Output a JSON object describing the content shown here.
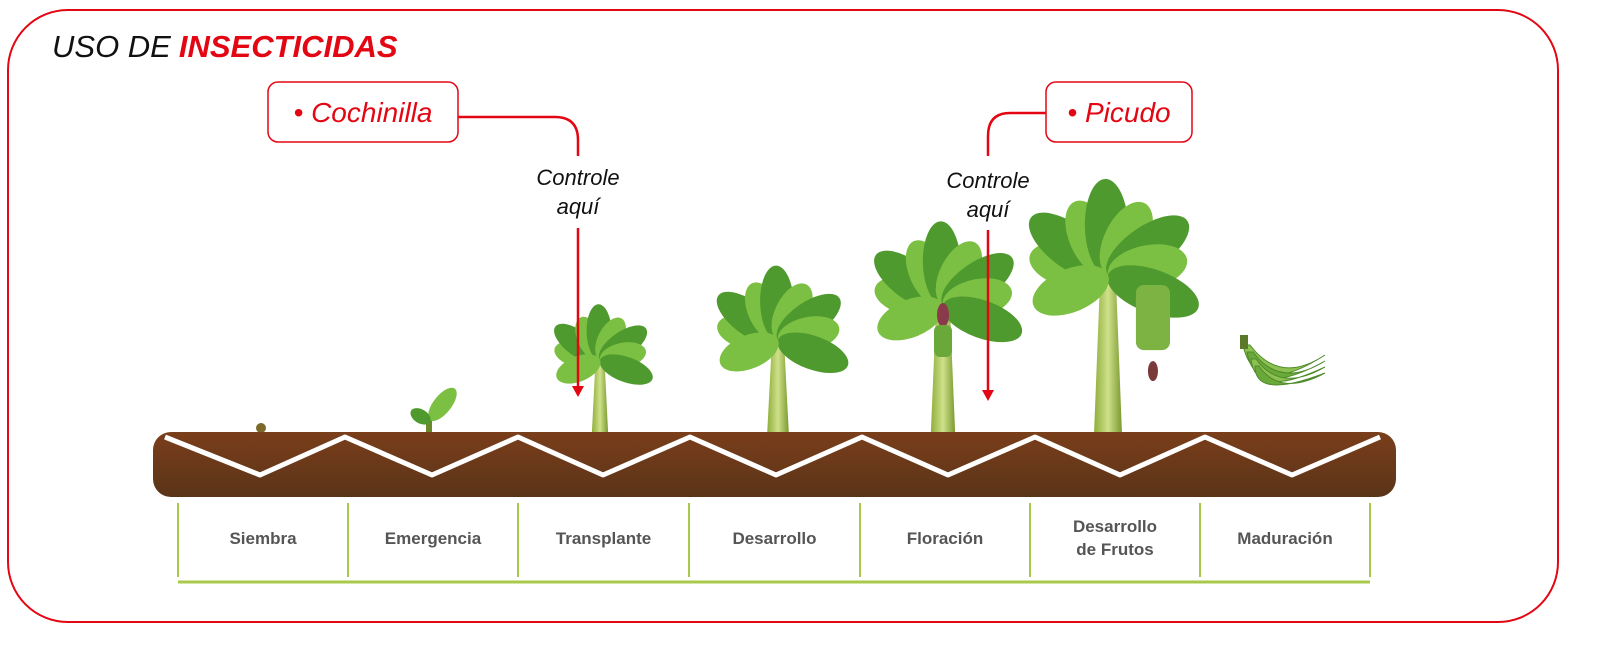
{
  "title": {
    "prefix": "USO DE",
    "highlight": "INSECTICIDAS"
  },
  "pests": [
    {
      "label": "• Cochinilla",
      "control_line1": "Controle",
      "control_line2": "aquí",
      "stage": "Transplante"
    },
    {
      "label": "• Picudo",
      "control_line1": "Controle",
      "control_line2": "aquí",
      "stage": "Floración"
    }
  ],
  "stages": [
    {
      "label": "Siembra"
    },
    {
      "label": "Emergencia"
    },
    {
      "label": "Transplante"
    },
    {
      "label": "Desarrollo"
    },
    {
      "label": "Floración"
    },
    {
      "label": "Desarrollo",
      "label2": "de Frutos"
    },
    {
      "label": "Maduración"
    }
  ],
  "colors": {
    "accent": "#e30613",
    "soil_top": "#7a3e1a",
    "soil": "#5a3419",
    "line_green": "#a8c94a",
    "leaf": "#4f9a2e",
    "leaf_light": "#7cc043",
    "label": "#555555"
  }
}
